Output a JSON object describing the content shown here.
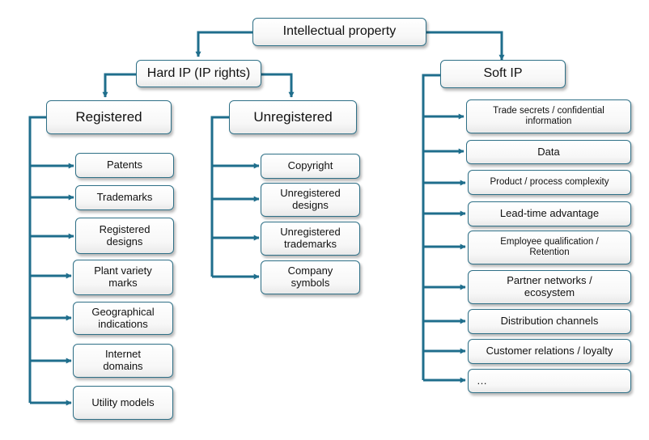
{
  "diagram": {
    "root": "Intellectual property",
    "hard_ip": "Hard IP (IP rights)",
    "soft_ip": "Soft IP",
    "registered": {
      "label": "Registered",
      "items": [
        "Patents",
        "Trademarks",
        "Registered\ndesigns",
        "Plant variety\nmarks",
        "Geographical\nindications",
        "Internet\ndomains",
        "Utility models"
      ]
    },
    "unregistered": {
      "label": "Unregistered",
      "items": [
        "Copyright",
        "Unregistered\ndesigns",
        "Unregistered\ntrademarks",
        "Company\nsymbols"
      ]
    },
    "soft": {
      "items": [
        "Trade secrets / confidential\ninformation",
        "Data",
        "Product / process complexity",
        "Lead-time advantage",
        "Employee qualification /\nRetention",
        "Partner networks /\necosystem",
        "Distribution channels",
        "Customer relations / loyalty",
        "…"
      ]
    },
    "colors": {
      "line": "#1f6e8c",
      "border": "#2e6f86",
      "text": "#111111"
    }
  }
}
